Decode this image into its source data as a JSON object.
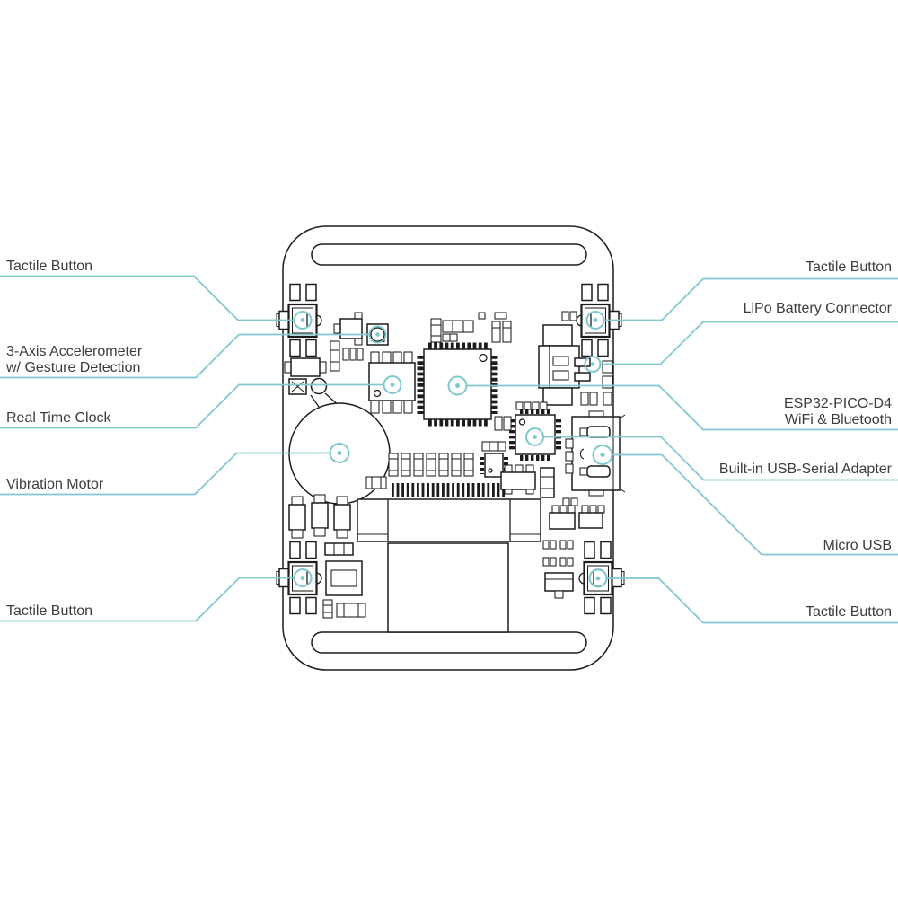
{
  "colors": {
    "callout": "#7ec8ce",
    "outline": "#1c1c1c",
    "label_text": "#3c3c3c",
    "background": "#ffffff"
  },
  "labels": {
    "left": [
      {
        "text": "Tactile Button"
      },
      {
        "line1": "3-Axis Accelerometer",
        "line2": "w/ Gesture Detection"
      },
      {
        "text": "Real Time Clock"
      },
      {
        "text": "Vibration Motor"
      },
      {
        "text": "Tactile Button"
      }
    ],
    "right": [
      {
        "text": "Tactile Button"
      },
      {
        "text": "LiPo Battery Connector"
      },
      {
        "line1": "ESP32-PICO-D4",
        "line2": "WiFi & Bluetooth"
      },
      {
        "text": "Built-in USB-Serial Adapter"
      },
      {
        "text": "Micro USB"
      },
      {
        "text": "Tactile Button"
      }
    ]
  }
}
